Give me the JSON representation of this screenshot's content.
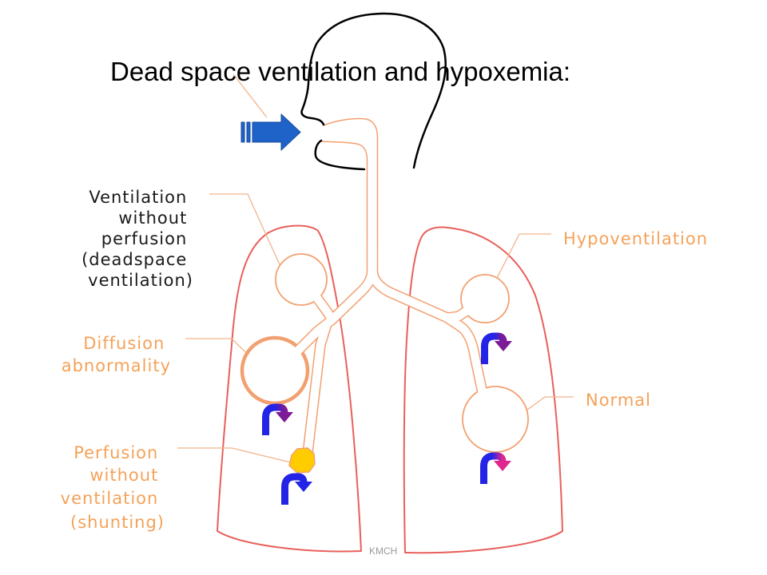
{
  "slide": {
    "title": "Dead space ventilation and hypoxemia:",
    "footer": "KMCH"
  },
  "diagram": {
    "labels": {
      "dead_space_ventilation": [
        "Ventilation",
        "without",
        "perfusion",
        "(deadspace",
        "ventilation)"
      ],
      "diffusion_abnormality": [
        "Diffusion",
        "abnormality"
      ],
      "shunting": [
        "Perfusion",
        "without",
        "ventilation",
        "(shunting)"
      ],
      "hypoventilation": "Hypoventilation",
      "normal": "Normal"
    },
    "icons": {
      "inflow": "striped-right-arrow",
      "blood_flow": "u-turn-arrow",
      "head": "head-profile"
    }
  },
  "colors": {
    "title_text": "#000000",
    "label_dark": "#1a1a1a",
    "label_orange": "#f4a259",
    "leader_line": "#f2b38a",
    "airway": "#f2a070",
    "lung_outline": "#e8605c",
    "head_outline": "#000000",
    "inflow_arrow": "#1f63c9",
    "blood_blue": "#2424e6",
    "blood_purple": "#7d1a96",
    "blood_magenta": "#e0278e",
    "shunt_fill": "#ffcc00",
    "footer_text": "#9a9a9a"
  }
}
